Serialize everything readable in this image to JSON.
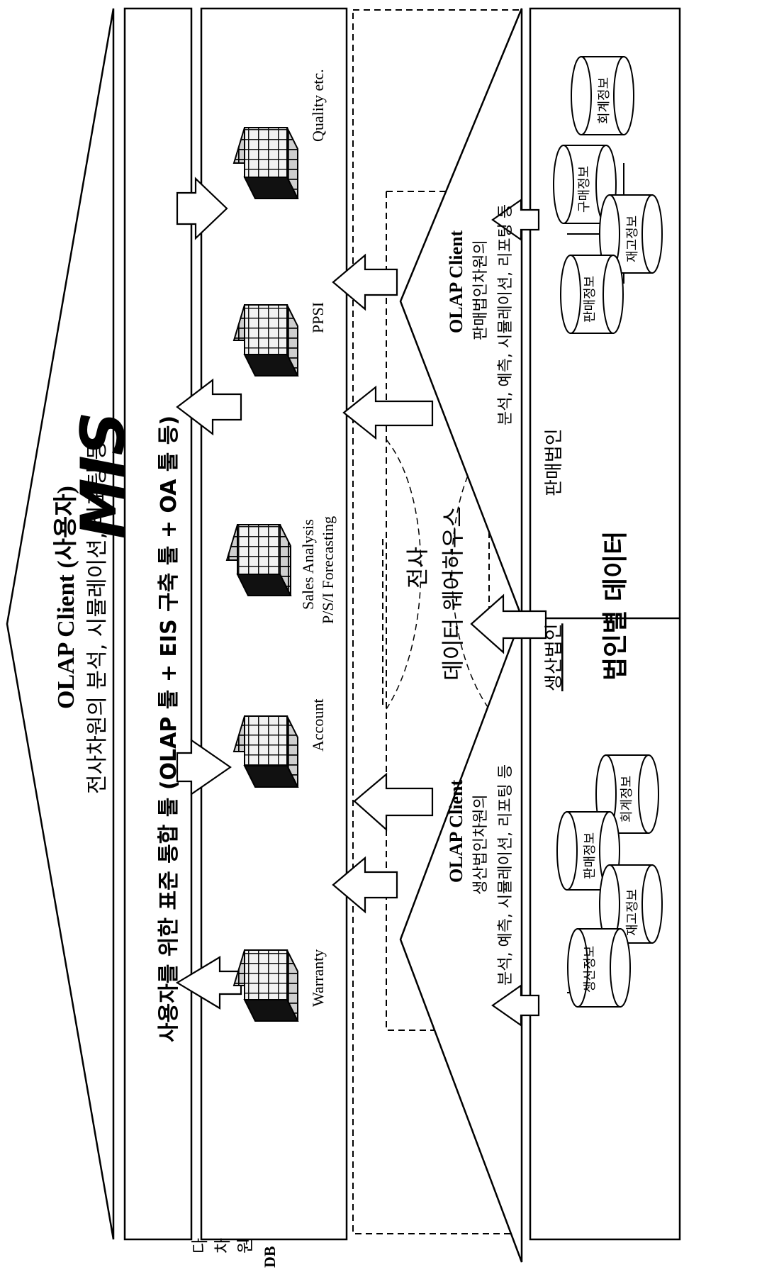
{
  "labels": {
    "top_client_title": "OLAP Client (사용자)",
    "top_client_desc": "전사차원의 분석, 시뮬레이션, 리포팅 등",
    "mis_logo": "MIS",
    "integration_line": "사용자를 위한 표준 통합 툴 (OLAP 툴 + EIS 구축 툴 + OA 툴 등)",
    "multidim_db": [
      "다",
      "차",
      "원",
      "DB"
    ],
    "cubes": [
      "Warranty",
      "Account",
      "Sales Analysis",
      "P/S/I Forecasting",
      "PPSI",
      "Quality etc."
    ],
    "warehouse_line1": "전사",
    "warehouse_line2": "데이터 웨어하우스",
    "left_client_title": "OLAP Client",
    "left_client_line1": "생산법인차원의",
    "left_client_line2": "분석, 예측, 시뮬레이션, 리포팅 등",
    "right_client_title": "OLAP Client",
    "right_client_line1": "판매법인차원의",
    "right_client_line2": "분석, 예측, 시뮬레이션, 리포팅 등",
    "prod_corp": "생산법인",
    "sales_corp": "판매법인",
    "corp_data": "법인별 데이터"
  },
  "prod_dbs": [
    "생산정보",
    "재고정보",
    "판매정보",
    "회계정보"
  ],
  "sales_dbs": [
    "판매정보",
    "재고정보",
    "구매정보",
    "회계정보"
  ],
  "colors": {
    "line": "#000000",
    "background": "#ffffff",
    "cube_light": "#f4f4f4",
    "cube_dark": "#1a1a1a"
  }
}
